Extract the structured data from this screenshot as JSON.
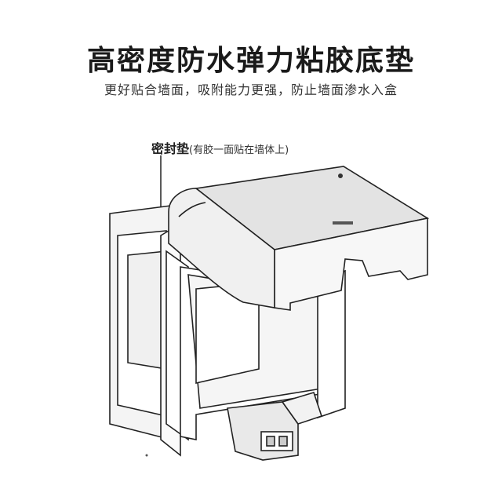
{
  "heading": {
    "title": "高密度防水弹力粘胶底垫",
    "subtitle": "更好贴合墙面，吸附能力更强，防止墙面渗水入盒"
  },
  "callout": {
    "label": "密封垫",
    "note": "(有胶一面贴在墙体上)"
  },
  "colors": {
    "line": "#222222",
    "gasket": "#f2f2f2",
    "cover_top": "#e6e6e6",
    "cover_front": "#f7f7f7"
  }
}
